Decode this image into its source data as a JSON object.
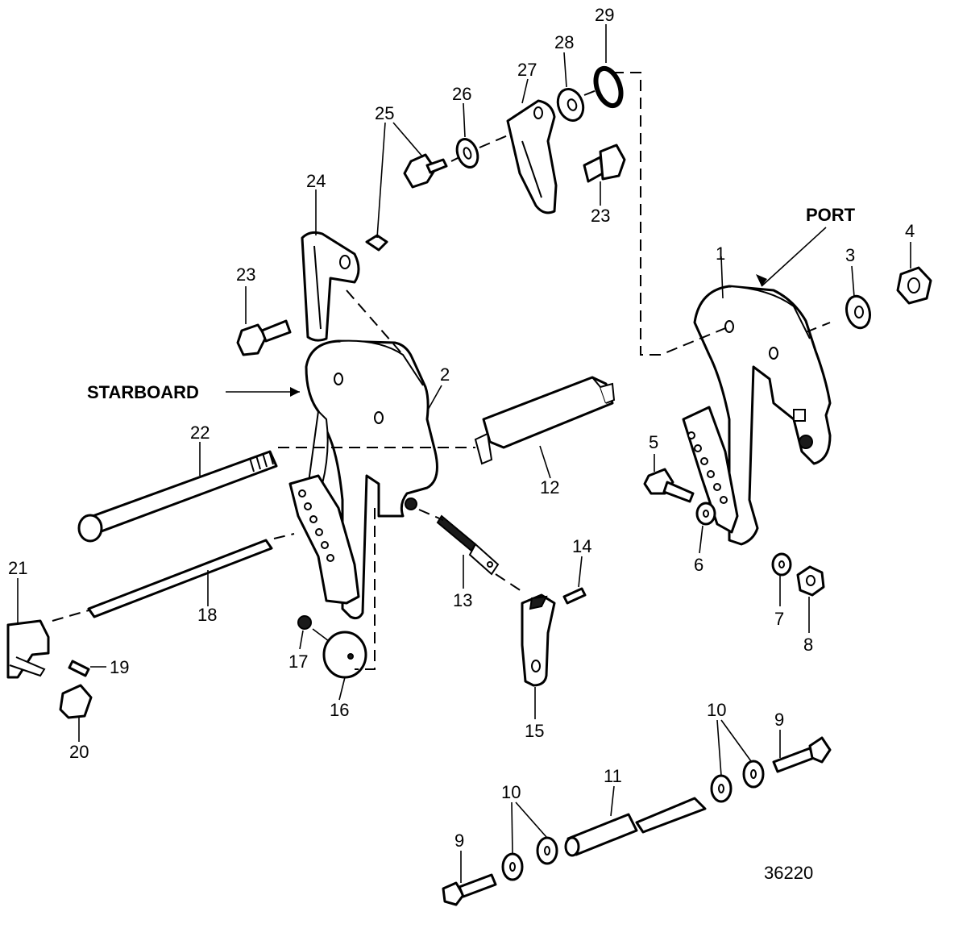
{
  "diagram": {
    "figure_number": "36220",
    "side_labels": {
      "starboard": "STARBOARD",
      "port": "PORT"
    },
    "callouts": {
      "c1": "1",
      "c2": "2",
      "c3": "3",
      "c4": "4",
      "c5": "5",
      "c6": "6",
      "c7": "7",
      "c8": "8",
      "c9a": "9",
      "c9b": "9",
      "c10a": "10",
      "c10b": "10",
      "c11": "11",
      "c12": "12",
      "c13": "13",
      "c14": "14",
      "c15": "15",
      "c16": "16",
      "c17": "17",
      "c18": "18",
      "c19": "19",
      "c20": "20",
      "c21": "21",
      "c22": "22",
      "c23a": "23",
      "c23b": "23",
      "c24": "24",
      "c25": "25",
      "c26": "26",
      "c27": "27",
      "c28": "28",
      "c29": "29"
    }
  }
}
